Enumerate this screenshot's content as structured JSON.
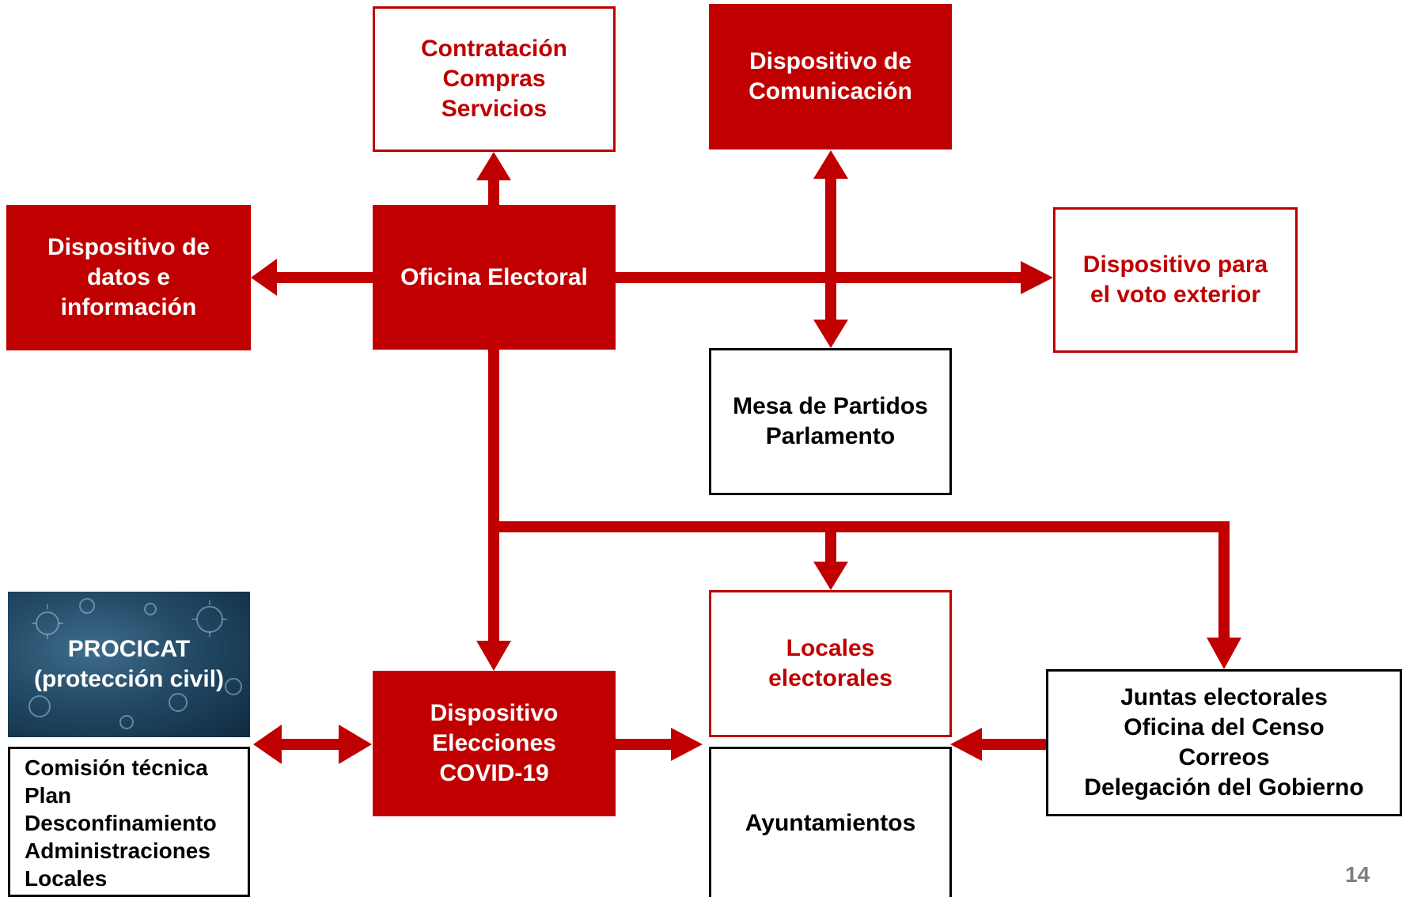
{
  "colors": {
    "accent": "#c00000",
    "outline": "#000000",
    "text_light": "#ffffff",
    "page_number": "#7f7f7f"
  },
  "boxes": {
    "contratacion": {
      "lines": [
        "Contratación",
        "Compras",
        "Servicios"
      ]
    },
    "comunicacion": {
      "lines": [
        "Dispositivo de",
        "Comunicación"
      ]
    },
    "datos": {
      "lines": [
        "Dispositivo de",
        "datos e",
        "información"
      ]
    },
    "oficina": {
      "lines": [
        "Oficina Electoral"
      ]
    },
    "voto_exterior": {
      "lines": [
        "Dispositivo para",
        "el voto exterior"
      ]
    },
    "mesa_partidos": {
      "lines": [
        "Mesa de Partidos",
        "Parlamento"
      ]
    },
    "locales": {
      "lines": [
        "Locales",
        "electorales"
      ]
    },
    "covid": {
      "lines": [
        "Dispositivo",
        "Elecciones",
        "COVID-19"
      ]
    },
    "juntas": {
      "lines": [
        "Juntas electorales",
        "Oficina del Censo",
        "Correos",
        "Delegación del Gobierno"
      ]
    },
    "ayuntamientos": {
      "lines": [
        "Ayuntamientos"
      ]
    },
    "procicat": {
      "lines": [
        "PROCICAT",
        "(protección civil)"
      ]
    },
    "comision": {
      "lines": [
        "Comisión técnica",
        "Plan",
        "Desconfinamiento",
        "Administraciones",
        "Locales"
      ]
    }
  },
  "page_number": "14"
}
